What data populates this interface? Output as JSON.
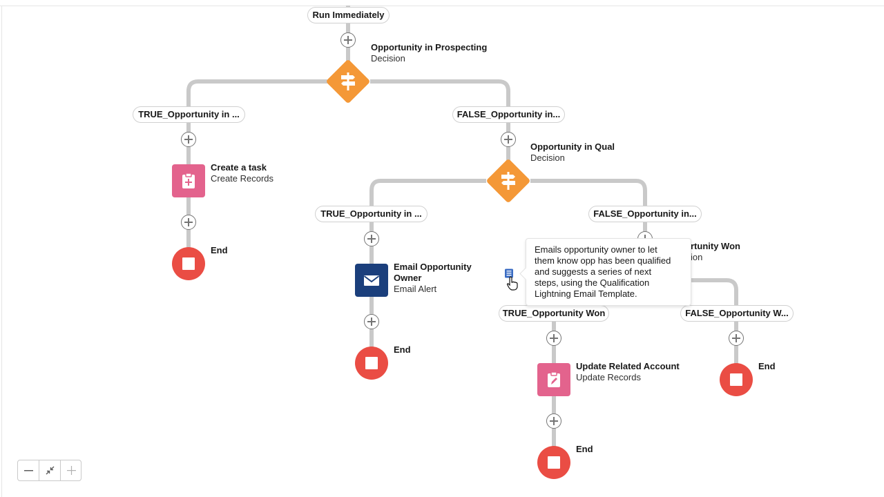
{
  "flow": {
    "start_label": "Run Immediately",
    "decision1": {
      "title": "Opportunity in Prospecting",
      "type": "Decision",
      "true_branch": "TRUE_Opportunity in ...",
      "false_branch": "FALSE_Opportunity in..."
    },
    "create_task": {
      "title": "Create a task",
      "type": "Create Records"
    },
    "decision2": {
      "title": "Opportunity in Qual",
      "type": "Decision",
      "true_branch": "TRUE_Opportunity in ...",
      "false_branch": "FALSE_Opportunity in..."
    },
    "email_owner": {
      "title_line1": "Email Opportunity",
      "title_line2": "Owner",
      "type": "Email Alert"
    },
    "decision3": {
      "title_partial": "rtunity Won",
      "type_partial": "ion",
      "true_branch": "TRUE_Opportunity Won",
      "false_branch": "FALSE_Opportunity W..."
    },
    "update_account": {
      "title": "Update Related Account",
      "type": "Update Records"
    },
    "end_label": "End"
  },
  "tooltip": {
    "line1": "Emails opportunity owner to let",
    "line2": "them know opp has been qualified",
    "line3": "and suggests a series of next",
    "line4": "steps, using the Qualification",
    "line5": "Lightning Email Template."
  },
  "colors": {
    "decision": "#f49837",
    "create_records": "#e3638d",
    "email_alert": "#1b3f7c",
    "end": "#ea4d44",
    "connector": "#c9c9c9"
  },
  "icons": {
    "decision": "decision-icon",
    "create": "clipboard-plus-icon",
    "email": "envelope-icon",
    "update": "clipboard-pencil-icon",
    "end": "stop-icon"
  },
  "zoom_controls": [
    "zoom-out",
    "fit-to-view",
    "zoom-in"
  ]
}
